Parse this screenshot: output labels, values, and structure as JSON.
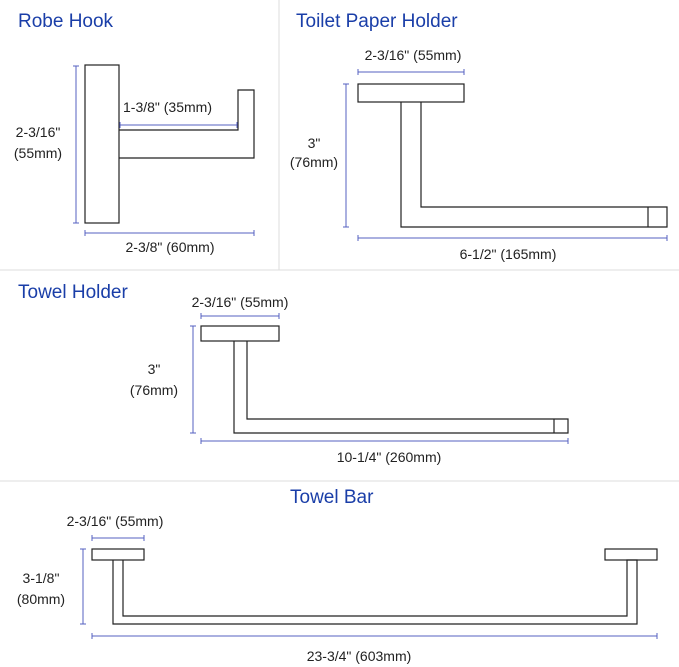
{
  "sections": {
    "robe_hook": {
      "title": "Robe Hook",
      "height_in": "2-3/16\"",
      "height_mm": "(55mm)",
      "depth": "1-3/8\" (35mm)",
      "width": "2-3/8\" (60mm)"
    },
    "toilet_paper_holder": {
      "title": "Toilet Paper Holder",
      "base": "2-3/16\" (55mm)",
      "height_in": "3\"",
      "height_mm": "(76mm)",
      "length": "6-1/2\" (165mm)"
    },
    "towel_holder": {
      "title": "Towel Holder",
      "base": "2-3/16\" (55mm)",
      "height_in": "3\"",
      "height_mm": "(76mm)",
      "length": "10-1/4\" (260mm)"
    },
    "towel_bar": {
      "title": "Towel Bar",
      "base": "2-3/16\" (55mm)",
      "height_in": "3-1/8\"",
      "height_mm": "(80mm)",
      "length": "23-3/4\" (603mm)"
    }
  },
  "colors": {
    "title": "#1a3ea8",
    "dimension_line": "#5560c0",
    "outline": "#222222",
    "divider": "#dddddd"
  }
}
